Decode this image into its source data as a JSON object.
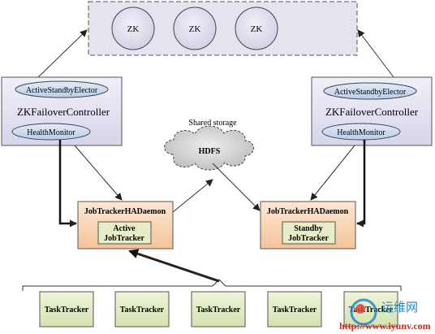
{
  "zk_nodes": [
    "ZK",
    "ZK",
    "ZK"
  ],
  "zkfc_left": {
    "elector": "ActiveStandbyElector",
    "title": "ZKFailoverController",
    "monitor": "HealthMonitor"
  },
  "zkfc_right": {
    "elector": "ActiveStandbyElector",
    "title": "ZKFailoverController",
    "monitor": "HealthMonitor"
  },
  "shared_storage": {
    "label": "Shared storage",
    "cloud": "HDFS"
  },
  "jt_left": {
    "title": "JobTrackerHADaemon",
    "line1": "Active",
    "line2": "JobTracker"
  },
  "jt_right": {
    "title": "JobTrackerHADaemon",
    "line1": "Standby",
    "line2": "JobTracker"
  },
  "tasktrackers": [
    "TaskTracker",
    "TaskTracker",
    "TaskTracker",
    "TaskTracker",
    "TaskTracker"
  ],
  "watermark": {
    "title": "运维网",
    "url": "http://www.iyunv.com"
  },
  "colors": {
    "zk_group_fill": "#e6e3ee",
    "zkfc_fill": "#e3e2f0",
    "ellipse_fill": "#cfdcf0",
    "jt_fill": "#f8d3b2",
    "jt_inner_fill": "#e7ecc9",
    "tt_fill": "#e2ecc8",
    "cloud_fill": "#d9d9d9"
  }
}
